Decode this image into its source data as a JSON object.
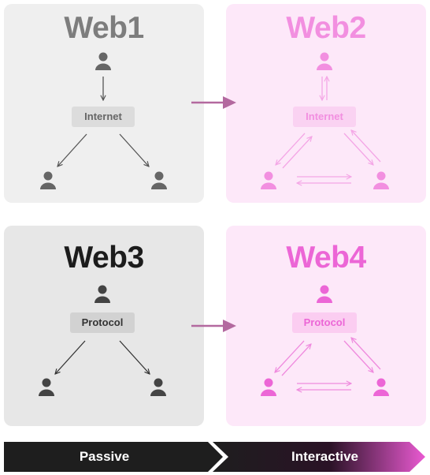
{
  "panels": {
    "web1": {
      "title": "Web1",
      "node_label": "Internet"
    },
    "web2": {
      "title": "Web2",
      "node_label": "Internet"
    },
    "web3": {
      "title": "Web3",
      "node_label": "Protocol"
    },
    "web4": {
      "title": "Web4",
      "node_label": "Protocol"
    }
  },
  "banner": {
    "left_label": "Passive",
    "right_label": "Interactive"
  },
  "icons": {
    "user": "user-icon"
  },
  "colors": {
    "gray_title": "#7d7d7d",
    "dark_title": "#1c1c1c",
    "pink_title": "#f28fe0",
    "pink_bright": "#ec66d6",
    "gray_icon": "#666666",
    "dark_icon": "#444444",
    "connector_arrow": "#b3699f",
    "banner_dark": "#1e1e1e",
    "banner_pink": "#ea5ad2"
  }
}
